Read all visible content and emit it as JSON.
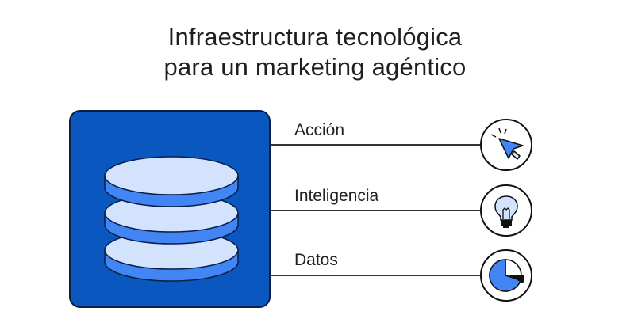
{
  "title": {
    "line1": "Infraestructura tecnológica",
    "line2": "para un marketing agéntico"
  },
  "rows": [
    {
      "label": "Acción",
      "icon": "cursor-click-icon"
    },
    {
      "label": "Inteligencia",
      "icon": "lightbulb-icon"
    },
    {
      "label": "Datos",
      "icon": "pie-chart-icon"
    }
  ],
  "colors": {
    "box": "#0b57c0",
    "disk_top": "#d3e3fd",
    "disk_side": "#4285f4",
    "accent": "#4285f4"
  }
}
